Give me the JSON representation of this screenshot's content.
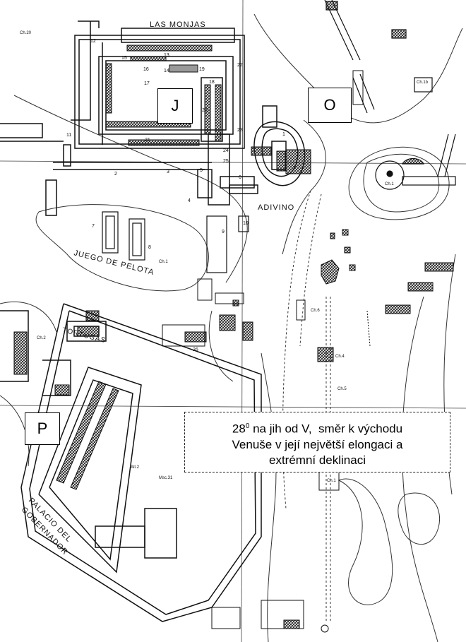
{
  "map": {
    "place_names": {
      "las_monjas": "LAS MONJAS",
      "adivino": "ADIVINO",
      "juego_de_pelota_line1": "JUEGO DE PELOTA",
      "tortugas": "TORTUGAS",
      "palacio_line1": "PALACIO DEL",
      "palacio_line2": "GOBERNADOR"
    },
    "small_labels": {
      "ch20": "Ch.20",
      "ch1b": "Ch.1b",
      "ch1": "Ch.1",
      "ch1_ball": "Ch.1",
      "ch2": "Ch.2",
      "ch4": "Ch.4",
      "ch5": "Ch.5",
      "ch6": "Ch.6",
      "ch11": "Ch.1",
      "alt2": "Alt.2",
      "msc31": "Msc.31"
    },
    "numbers": [
      "12",
      "13",
      "14",
      "15",
      "16",
      "17",
      "18",
      "19",
      "20",
      "21",
      "22",
      "23",
      "24",
      "25",
      "1",
      "2",
      "3",
      "4",
      "5",
      "6",
      "7",
      "8",
      "9",
      "10",
      "11",
      "26"
    ]
  },
  "markers": {
    "j": "J",
    "o": "O",
    "p": "P"
  },
  "caption": {
    "deg": "28",
    "sup": "0",
    "line1_rest": " na jih od V,  směr k východu",
    "line2": "Venuše v její největší elongaci a",
    "line3": "extrémní deklinaci"
  },
  "colors": {
    "ink": "#111111",
    "paper": "#ffffff",
    "hatch": "#333333"
  }
}
